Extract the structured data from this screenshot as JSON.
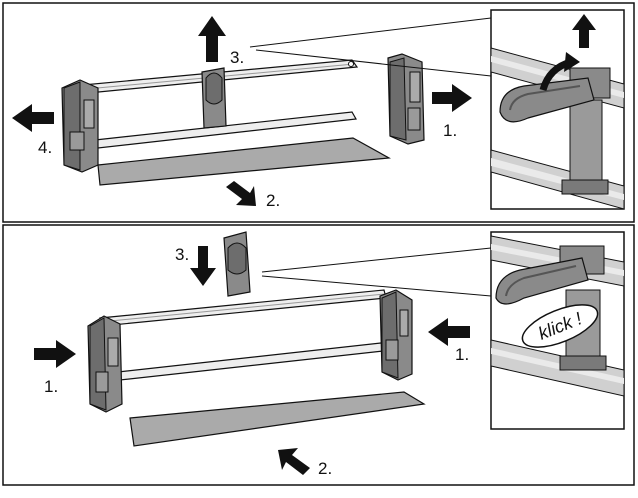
{
  "panel_top": {
    "steps": {
      "s1": "1.",
      "s2": "2.",
      "s3": "3.",
      "s4": "4."
    }
  },
  "panel_bottom": {
    "steps": {
      "s1a": "1.",
      "s1b": "1.",
      "s2": "2.",
      "s3": "3."
    },
    "detail_text": "klick !"
  },
  "colors": {
    "part_gray": "#8a8a8a",
    "dark_gray": "#5a5a5a",
    "panel_light": "#cfcfcf",
    "arrow": "#111111"
  }
}
